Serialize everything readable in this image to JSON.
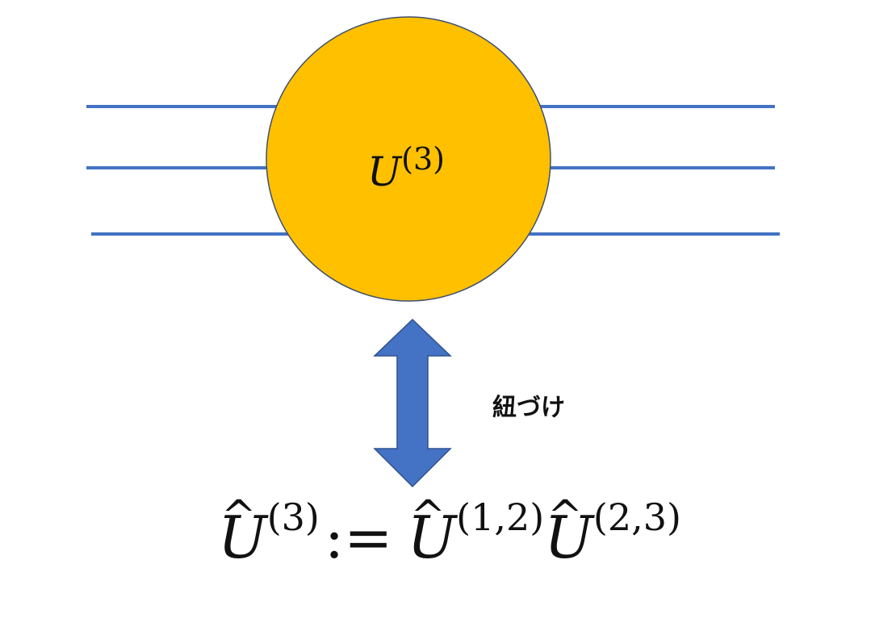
{
  "colors": {
    "wire": "#4472c4",
    "gate_fill": "#ffc000",
    "gate_stroke": "#3f4f6f",
    "arrow_fill": "#4472c4",
    "arrow_stroke": "#2f528f",
    "text": "#111111"
  },
  "gate": {
    "symbol": "U",
    "superscript": "(3)"
  },
  "arrow_label": "紐づけ",
  "formula": {
    "lhs_symbol": "U",
    "lhs_superscript": "(3)",
    "operator": ":=",
    "term1_symbol": "U",
    "term1_superscript": "(1,2)",
    "term2_symbol": "U",
    "term2_superscript": "(2,3)",
    "hat_glyph": "^"
  },
  "icons": {
    "arrow": "double-headed-vertical-arrow-icon"
  }
}
